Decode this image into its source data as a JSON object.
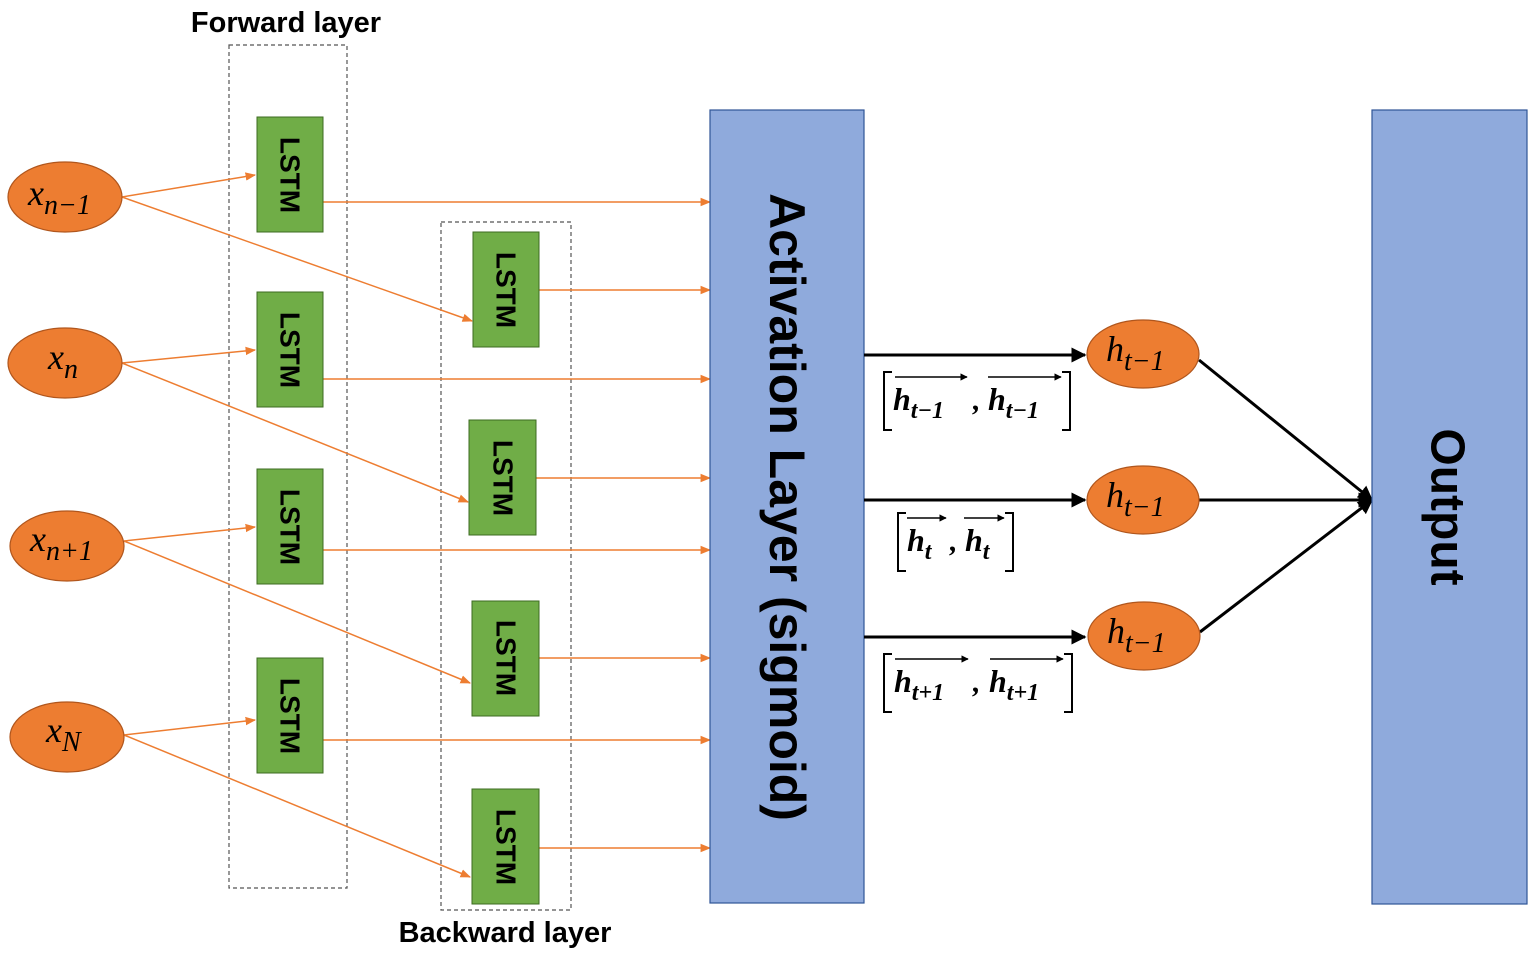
{
  "layers": {
    "forward_label": "Forward layer",
    "backward_label": "Backward layer",
    "cell_label": "LSTM"
  },
  "inputs": [
    {
      "base": "x",
      "sub": "n−1"
    },
    {
      "base": "x",
      "sub": "n"
    },
    {
      "base": "x",
      "sub": "n+1"
    },
    {
      "base": "x",
      "sub": "N"
    }
  ],
  "activation": {
    "label": "Activation Layer (sigmoid)"
  },
  "hidden": [
    {
      "base": "h",
      "sub": "t−1"
    },
    {
      "base": "h",
      "sub": "t−1"
    },
    {
      "base": "h",
      "sub": "t−1"
    }
  ],
  "concat": [
    {
      "left": "h",
      "left_sub": "t−1",
      "right": "h",
      "right_sub": "t−1"
    },
    {
      "left": "h",
      "left_sub": "t",
      "right": "h",
      "right_sub": "t"
    },
    {
      "left": "h",
      "left_sub": "t+1",
      "right": "h",
      "right_sub": "t+1"
    }
  ],
  "output": {
    "label": "Output"
  },
  "colors": {
    "input_fill": "#ED7D31",
    "lstm_fill": "#70AD47",
    "layer_fill": "#8FAADC",
    "arrow_orange": "#ED7D31",
    "arrow_black": "#000000"
  }
}
